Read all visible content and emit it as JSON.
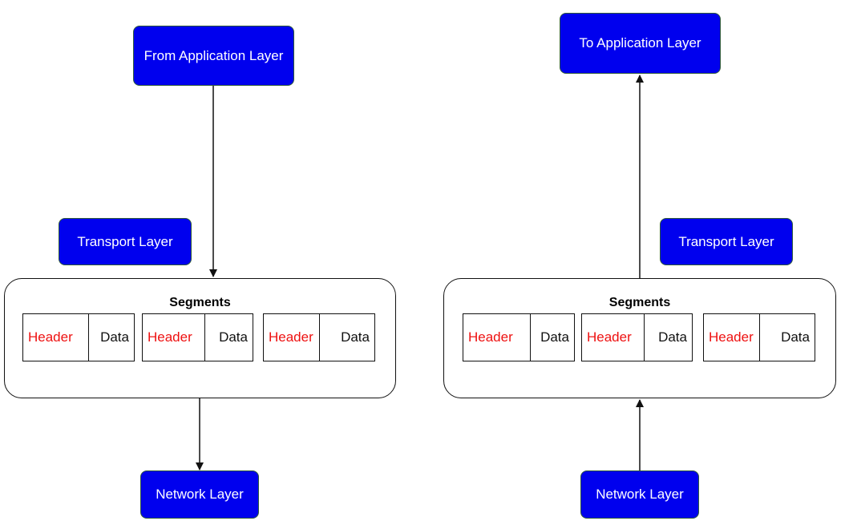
{
  "left": {
    "top_box": "From Application Layer",
    "side_box": "Transport Layer",
    "bottom_box": "Network Layer",
    "group_title": "Segments",
    "segments": [
      {
        "header": "Header",
        "data": "Data"
      },
      {
        "header": "Header",
        "data": "Data"
      },
      {
        "header": "Header",
        "data": "Data"
      }
    ]
  },
  "right": {
    "top_box": "To Application Layer",
    "side_box": "Transport Layer",
    "bottom_box": "Network Layer",
    "group_title": "Segments",
    "segments": [
      {
        "header": "Header",
        "data": "Data"
      },
      {
        "header": "Header",
        "data": "Data"
      },
      {
        "header": "Header",
        "data": "Data"
      }
    ]
  },
  "colors": {
    "box_fill": "#0000ee",
    "header_text": "#ee1111"
  }
}
